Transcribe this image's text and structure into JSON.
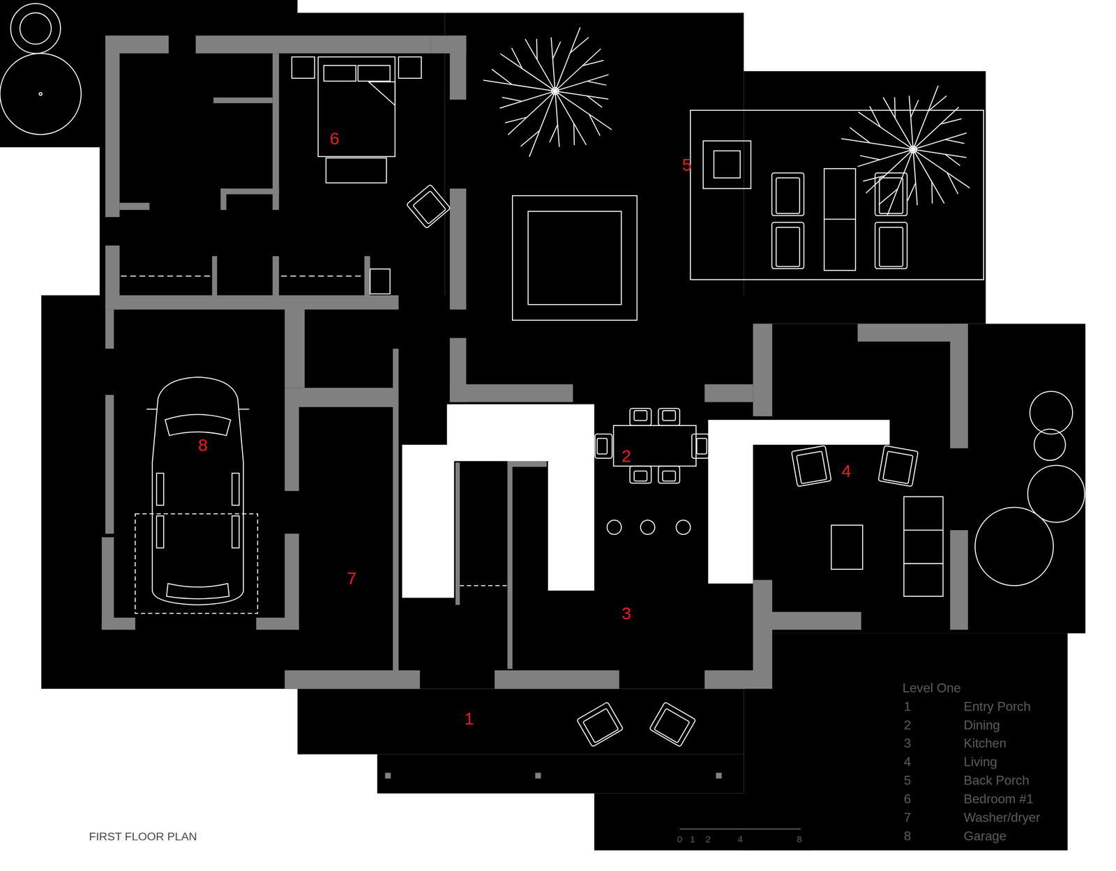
{
  "diagram": {
    "caption": "FIRST FLOOR PLAN",
    "labels": [
      "6",
      "5",
      "8",
      "2",
      "4",
      "7",
      "3",
      "1",
      "Level One",
      "1",
      "Entry Porch",
      "2",
      "Dining",
      "3",
      "Kitchen",
      "4",
      "Living",
      "5",
      "Back Porch",
      "6",
      "Bedroom #1",
      "7",
      "Washer/dryer",
      "8",
      "Garage",
      "0",
      "1",
      "2",
      "4",
      "8"
    ]
  }
}
